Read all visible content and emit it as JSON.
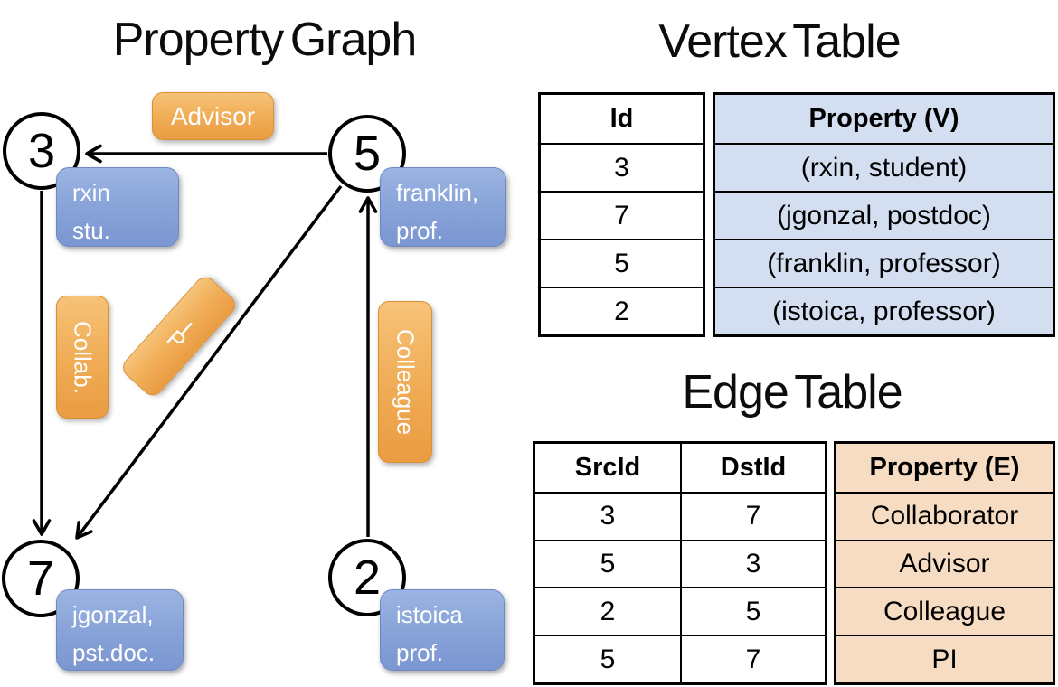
{
  "titles": {
    "graph": "Property Graph",
    "vertex": "Vertex Table",
    "edge": "Edge Table"
  },
  "colors": {
    "edge_label_orange": "#eb9e43",
    "node_label_blue": "#7e99d2",
    "vertex_property_fill": "#d3def1",
    "edge_property_fill": "#f6dcc2",
    "line_black": "#000000"
  },
  "graph": {
    "nodes": [
      {
        "id": "3",
        "line1": "rxin",
        "line2": "stu."
      },
      {
        "id": "5",
        "line1": "franklin,",
        "line2": "prof."
      },
      {
        "id": "7",
        "line1": "jgonzal,",
        "line2": "pst.doc."
      },
      {
        "id": "2",
        "line1": "istoica",
        "line2": "prof."
      }
    ],
    "edge_labels": {
      "advisor": "Advisor",
      "collab": "Collab.",
      "pi": "PI",
      "colleague": "Colleague"
    },
    "pi_glyphs": [
      "P",
      "I"
    ],
    "edges": [
      {
        "src": "5",
        "dst": "3",
        "label": "Advisor"
      },
      {
        "src": "3",
        "dst": "7",
        "label": "Collab."
      },
      {
        "src": "5",
        "dst": "7",
        "label": "PI"
      },
      {
        "src": "2",
        "dst": "5",
        "label": "Colleague"
      }
    ]
  },
  "vertex_table": {
    "headers": {
      "id": "Id",
      "property": "Property (V)"
    },
    "rows": [
      {
        "id": "3",
        "property": "(rxin, student)"
      },
      {
        "id": "7",
        "property": "(jgonzal, postdoc)"
      },
      {
        "id": "5",
        "property": "(franklin, professor)"
      },
      {
        "id": "2",
        "property": "(istoica, professor)"
      }
    ]
  },
  "edge_table": {
    "headers": {
      "src": "SrcId",
      "dst": "DstId",
      "property": "Property (E)"
    },
    "rows": [
      {
        "src": "3",
        "dst": "7",
        "property": "Collaborator"
      },
      {
        "src": "5",
        "dst": "3",
        "property": "Advisor"
      },
      {
        "src": "2",
        "dst": "5",
        "property": "Colleague"
      },
      {
        "src": "5",
        "dst": "7",
        "property": "PI"
      }
    ]
  }
}
